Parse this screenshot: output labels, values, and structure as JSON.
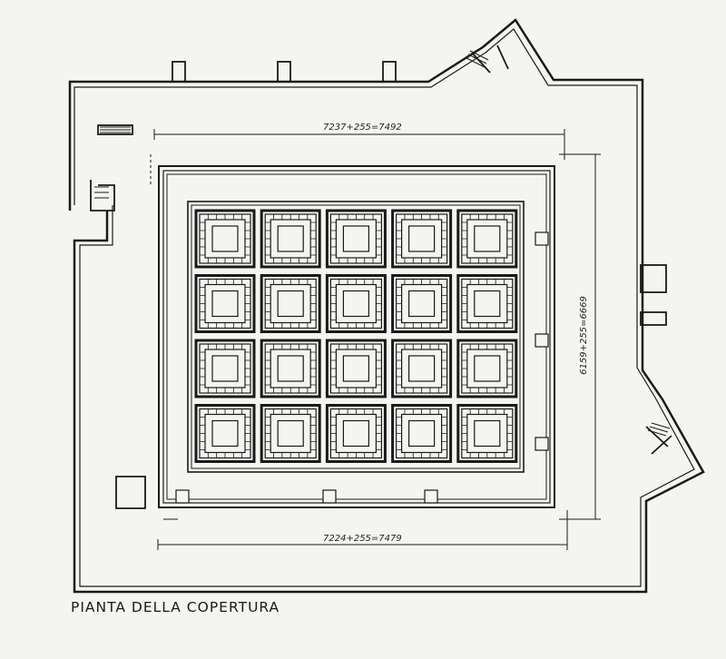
{
  "drawing": {
    "caption": "PIANTA DELLA COPERTURA",
    "dimensions": {
      "top": "7237+255=7492",
      "bottom": "7224+255=7479",
      "right": "6159+255=6669"
    },
    "coffer_grid": {
      "rows": 4,
      "columns": 5
    },
    "colors": {
      "line": "#1a1a1a",
      "paper": "#f4f4f1"
    }
  }
}
